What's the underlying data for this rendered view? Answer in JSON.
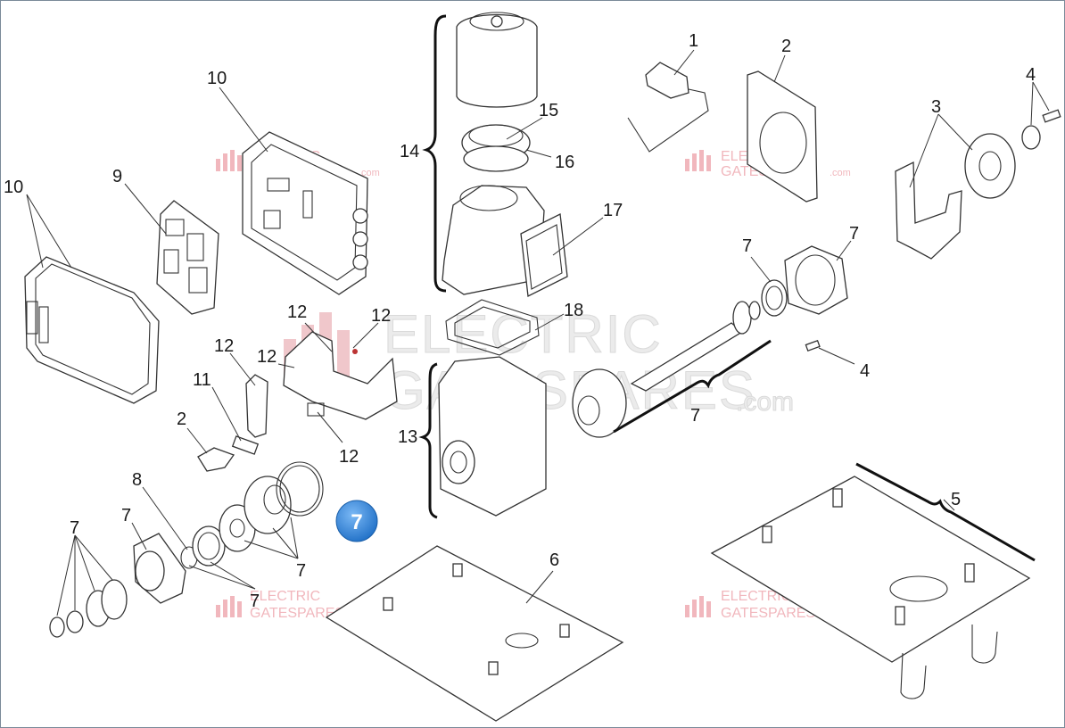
{
  "watermark": {
    "line1": "ELECTRIC",
    "line2_a": "GATE",
    "line2_b": "SPARES",
    "suffix": ".com",
    "color": "#f1b7bd"
  },
  "highlight_badge": {
    "label": "7",
    "color": "#2d86e0"
  },
  "part_labels": {
    "p1": "1",
    "p2a": "2",
    "p2b": "2",
    "p3": "3",
    "p4a": "4",
    "p4b": "4",
    "p5": "5",
    "p6": "6",
    "p7a": "7",
    "p7b": "7",
    "p7c": "7",
    "p7d": "7",
    "p7e": "7",
    "p7f": "7",
    "p7g": "7",
    "p8": "8",
    "p9": "9",
    "p10a": "10",
    "p10b": "10",
    "p11": "11",
    "p12a": "12",
    "p12b": "12",
    "p12c": "12",
    "p12d": "12",
    "p12e": "12",
    "p13": "13",
    "p14": "14",
    "p15": "15",
    "p16": "16",
    "p17": "17",
    "p18": "18"
  }
}
